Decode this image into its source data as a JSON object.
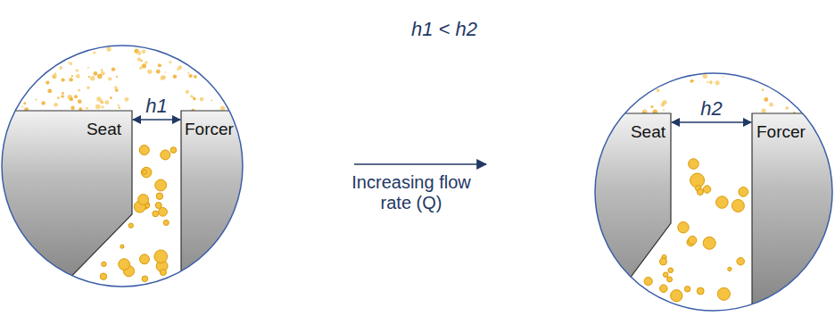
{
  "diagram": {
    "nodes": [
      {
        "text": [
          "Seat"
        ]
      },
      {
        "text": [
          "Forcer"
        ]
      },
      {
        "text": [
          "Seat"
        ]
      },
      {
        "text": [
          "Forcer"
        ]
      }
    ],
    "edges": [
      {
        "from": 0,
        "to": 1,
        "arrow": "both",
        "label": "h1"
      },
      {
        "from": 2,
        "to": 3,
        "arrow": "both",
        "label": "h2"
      }
    ],
    "labels": [
      "h1 < h2",
      "Increasing flow rate (Q)"
    ]
  }
}
